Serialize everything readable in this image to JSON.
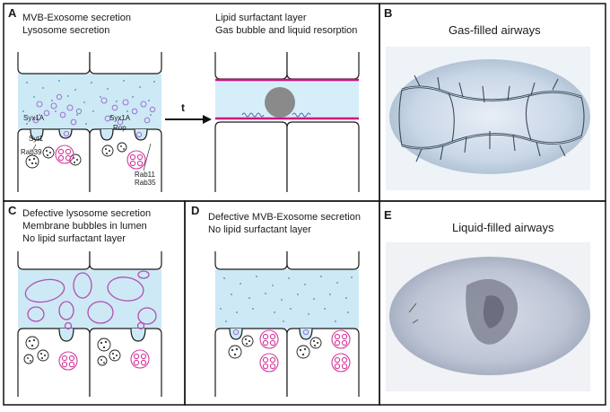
{
  "panels": {
    "A": {
      "letter": "A",
      "left_lines": [
        "MVB-Exosome secretion",
        "Lysosome secretion"
      ],
      "right_lines": [
        "Lipid surfactant layer",
        "Gas bubble and liquid resorption"
      ],
      "arrow_label": "t",
      "labels": [
        "Syx1A",
        "Syt1",
        "Rab39",
        "Syx1A",
        "Rop",
        "Rab11",
        "Rab35"
      ]
    },
    "B": {
      "letter": "B",
      "title": "Gas-filled airways"
    },
    "C": {
      "letter": "C",
      "lines": [
        "Defective lysosome secretion",
        "Membrane bubbles in lumen",
        "No lipid surfactant layer"
      ]
    },
    "D": {
      "letter": "D",
      "lines": [
        "Defective MVB-Exosome secretion",
        "No lipid surfactant layer"
      ]
    },
    "E": {
      "letter": "E",
      "title": "Liquid-filled airways"
    }
  },
  "colors": {
    "lumen": "#cde9f6",
    "vesicle": "#a07ad0",
    "lysosome": "#d63a9c",
    "surfactant": "#d10f82",
    "bubble": "#8a8a8a",
    "outline": "#1a1a1a"
  }
}
